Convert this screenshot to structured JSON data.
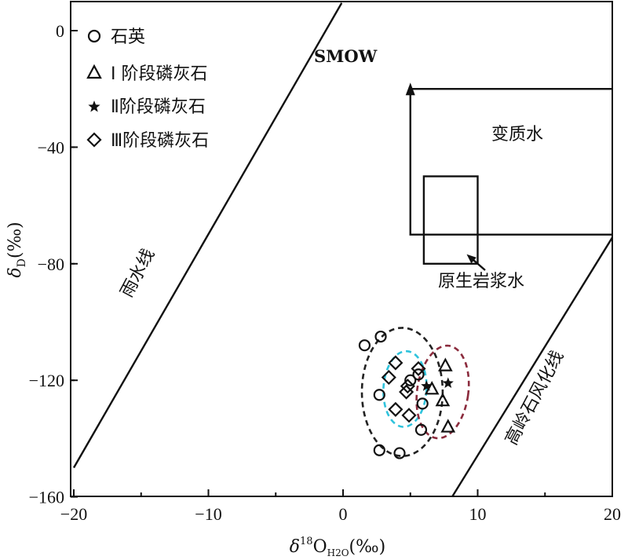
{
  "chart_data": {
    "type": "scatter",
    "xlim": [
      -20,
      20
    ],
    "ylim": [
      -160,
      10
    ],
    "x_ticks": [
      -20,
      -10,
      0,
      10,
      20
    ],
    "y_ticks": [
      0,
      -40,
      -80,
      -120,
      -160
    ],
    "x_tick_labels": [
      "−20",
      "−10",
      "0",
      "10",
      "20"
    ],
    "y_tick_labels": [
      "0",
      "−40",
      "−80",
      "−120",
      "−160"
    ],
    "xlabel_main": "δ",
    "xlabel_sup": "18",
    "xlabel_o": "O",
    "xlabel_sub": "H2O",
    "xlabel_unit": "(‰)",
    "ylabel_main": "δ",
    "ylabel_sub": "D",
    "ylabel_unit": "(‰)",
    "grid": false,
    "legend_position": "top-left",
    "series": [
      {
        "name": "石英",
        "marker": "circle",
        "points": [
          [
            1.6,
            -108
          ],
          [
            2.8,
            -105
          ],
          [
            2.7,
            -125
          ],
          [
            5.0,
            -120
          ],
          [
            5.6,
            -118
          ],
          [
            5.9,
            -128
          ],
          [
            5.8,
            -137
          ],
          [
            2.7,
            -144
          ],
          [
            4.2,
            -145
          ]
        ]
      },
      {
        "name": "Ⅰ 阶段磷灰石",
        "marker": "triangle",
        "points": [
          [
            7.6,
            -115
          ],
          [
            6.6,
            -123
          ],
          [
            7.4,
            -127
          ],
          [
            7.8,
            -136
          ]
        ]
      },
      {
        "name": "Ⅱ阶段磷灰石",
        "marker": "star",
        "points": [
          [
            6.2,
            -122
          ],
          [
            7.8,
            -121
          ]
        ]
      },
      {
        "name": "Ⅲ阶段磷灰石",
        "marker": "diamond",
        "points": [
          [
            3.9,
            -114
          ],
          [
            5.6,
            -116
          ],
          [
            3.4,
            -119
          ],
          [
            4.8,
            -122
          ],
          [
            4.7,
            -124
          ],
          [
            3.9,
            -130
          ],
          [
            4.9,
            -132
          ]
        ]
      }
    ],
    "lines": [
      {
        "name": "雨水线",
        "x": [
          -20,
          -0.1
        ],
        "y": [
          -150,
          9.5
        ]
      },
      {
        "name": "高岭石风化线",
        "x": [
          8.1,
          20
        ],
        "y": [
          -160,
          -71
        ]
      }
    ],
    "regions": [
      {
        "name": "变质水",
        "x": [
          5,
          20
        ],
        "y": [
          -70,
          -20
        ]
      },
      {
        "name": "原生岩浆水",
        "x": [
          6,
          10
        ],
        "y": [
          -80,
          -50
        ]
      }
    ],
    "group_ellipses": [
      {
        "color": "#222222",
        "cx": 4.4,
        "cy": -124,
        "rx": 3.0,
        "ry": 22,
        "angle": 0
      },
      {
        "color": "#2fc3dc",
        "cx": 4.6,
        "cy": -123,
        "rx": 1.6,
        "ry": 13,
        "angle": 3
      },
      {
        "color": "#8b2b3d",
        "cx": 7.4,
        "cy": -124,
        "rx": 1.9,
        "ry": 16,
        "angle": 8
      }
    ],
    "annotations": {
      "smow": "SMOW",
      "meteoric_line": "雨水线",
      "kaolinite_line": "高岭石风化线",
      "metamorphic": "变质水",
      "magmatic": "原生岩浆水"
    },
    "legend": {
      "items": [
        "石英",
        "Ⅰ 阶段磷灰石",
        "Ⅱ阶段磷灰石",
        "Ⅲ阶段磷灰石"
      ],
      "markers": [
        "circle",
        "triangle",
        "star",
        "diamond"
      ]
    }
  }
}
